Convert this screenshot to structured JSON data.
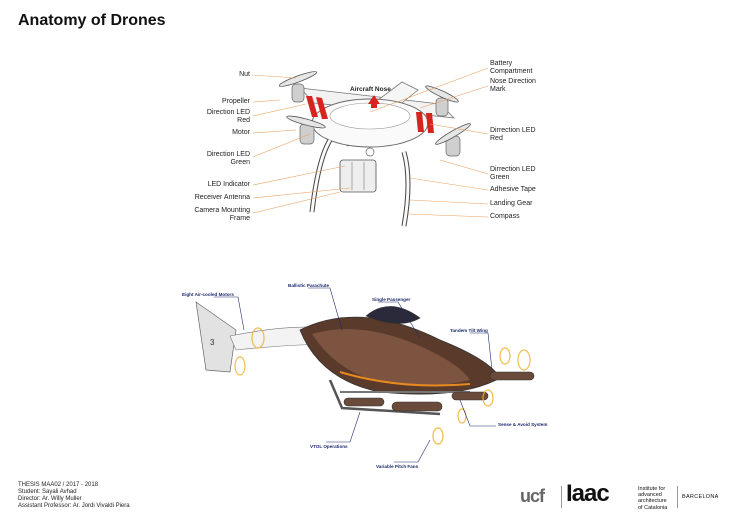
{
  "title": "Anatomy of Drones",
  "drone_labels": {
    "nut": "Nut",
    "propeller": "Propeller",
    "direction_led_red_left": "Direction LED\nRed",
    "motor": "Motor",
    "direction_led_green_left": "Direction LED\nGreen",
    "led_indicator": "LED Indicator",
    "receiver_antenna": "Receiver Antenna",
    "camera_mounting_frame": "Camera Mounting\nFrame",
    "aircraft_nose": "Aircraft Nose",
    "battery_compartment": "Battery\nCompartment",
    "nose_direction_mark": "Nose Direction\nMark",
    "direction_led_red_right": "Dirrection LED\nRed",
    "direction_led_green_right": "Dirrection LED\nGreen",
    "adhesive_tape": "Adhesive Tape",
    "landing_gear": "Landing Gear",
    "compass": "Compass"
  },
  "vehicle_labels": {
    "eight_motors": "Eight Air-cooled Motors",
    "ballistic_parachute": "Ballistic Parachute",
    "single_passenger": "Single Passenger",
    "tandem_tilt_wing": "Tandem Tilt Wing",
    "sense_avoid": "Sense & Avoid System",
    "vtol": "VTOL Operations",
    "variable_pitch_fans": "Variable Pitch Fans"
  },
  "footer": {
    "line1": "THESIS MAA02 / 2017 - 2018",
    "line2": "Student: Sayali Avhad",
    "line3": "Director: Ar. Willy Muller",
    "line4": "Assistant Professor: Ar. Jordi Vivaldi Piera"
  },
  "logos": {
    "ucf": "ucf",
    "iaac": "Iaac",
    "institute": "Institute for\nadvanced\narchitecture\nof Catalonia",
    "city": "BARCELONA"
  },
  "colors": {
    "leader_line": "#e8a060",
    "vehicle_leader": "#1e2a6b",
    "accent_red": "#d8241e",
    "fan_glow": "#f0b030"
  }
}
